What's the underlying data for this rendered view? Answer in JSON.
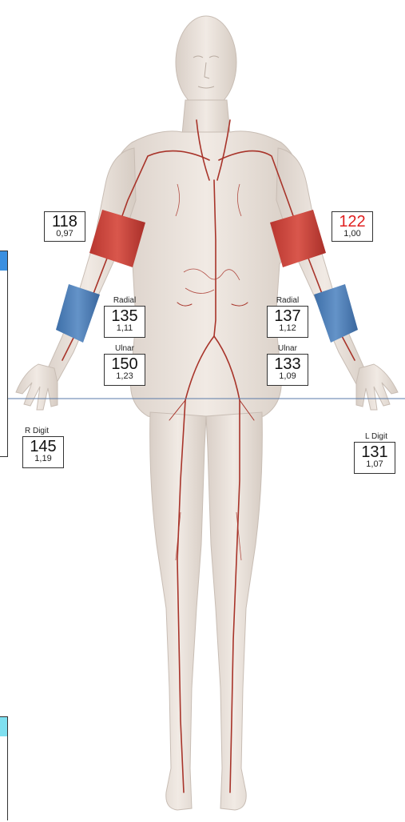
{
  "measurements": {
    "right_arm": {
      "value": "118",
      "ratio": "0,97"
    },
    "left_arm": {
      "value": "122",
      "ratio": "1,00"
    },
    "right_radial": {
      "label": "Radial",
      "value": "135",
      "ratio": "1,11"
    },
    "left_radial": {
      "label": "Radial",
      "value": "137",
      "ratio": "1,12"
    },
    "right_ulnar": {
      "label": "Ulnar",
      "value": "150",
      "ratio": "1,23"
    },
    "left_ulnar": {
      "label": "Ulnar",
      "value": "133",
      "ratio": "1,09"
    },
    "right_digit": {
      "label": "R Digit",
      "value": "145",
      "ratio": "1,19"
    },
    "left_digit": {
      "label": "L Digit",
      "value": "131",
      "ratio": "1,07"
    }
  },
  "colors": {
    "upper_cuff": "#c8413a",
    "forearm_cuff": "#4f7fb8",
    "abnormal_value": "#e02020",
    "artery": "#a8342a",
    "skin": "#ece4dd",
    "edge_panel_header_top": "#3a8fe0",
    "edge_panel_header_bottom": "#7fe0f0"
  }
}
